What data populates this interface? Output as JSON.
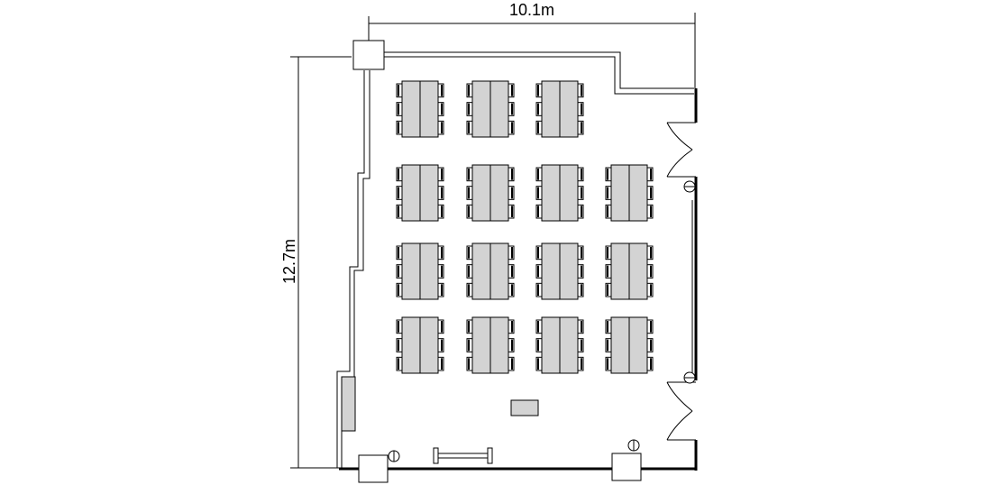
{
  "dimensions": {
    "width_label": "10.1m",
    "height_label": "12.7m"
  },
  "layout": {
    "rows": [
      {
        "cols": 3
      },
      {
        "cols": 4
      },
      {
        "cols": 4
      },
      {
        "cols": 4
      }
    ],
    "chairs_per_side": 3
  },
  "colors": {
    "table_fill": "#d3d3d3",
    "line": "#000000",
    "background": "#ffffff"
  }
}
